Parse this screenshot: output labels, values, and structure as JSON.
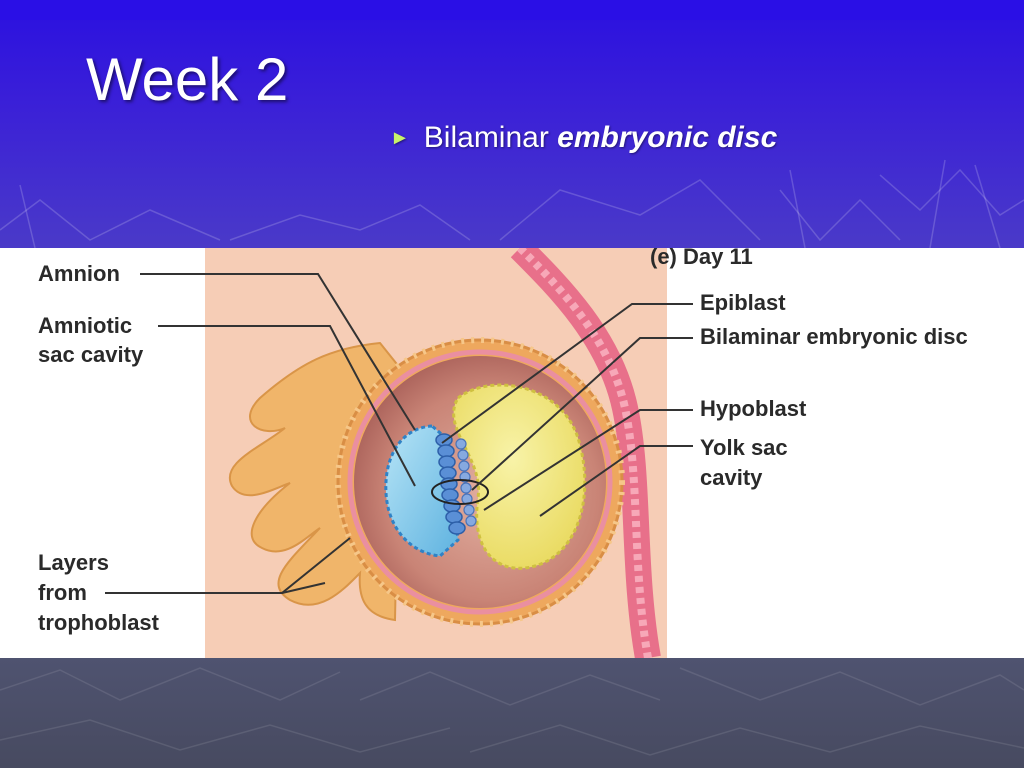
{
  "slide": {
    "title": "Week 2",
    "bullet": {
      "marker": "►",
      "text_regular": "Bilaminar ",
      "text_emphasis": "embryonic disc"
    }
  },
  "figure": {
    "panel_title": "(e) Day 11",
    "labels": {
      "amnion": "Amnion",
      "amniotic_line1": "Amniotic",
      "amniotic_line2": "sac cavity",
      "layers_line1": "Layers",
      "layers_line2": "from",
      "layers_line3": "trophoblast",
      "epiblast": "Epiblast",
      "bilaminar_disc": "Bilaminar embryonic disc",
      "hypoblast": "Hypoblast",
      "yolk_line1": "Yolk sac",
      "yolk_line2": "cavity"
    }
  },
  "colors": {
    "slide_blue": "#2a10e0",
    "slide_footer": "#4a4e66",
    "bullet_marker": "#c8f36a",
    "endometrium": "#f6cdb6",
    "trophoblast": "#f0b56a",
    "uterine_wall": "#e8708a",
    "blastocyst_cavity": "#c98476",
    "amniotic_cavity": "#8fd0ee",
    "epiblast_cells": "#5a8fd6",
    "yolk_sac": "#f3ea7a"
  }
}
